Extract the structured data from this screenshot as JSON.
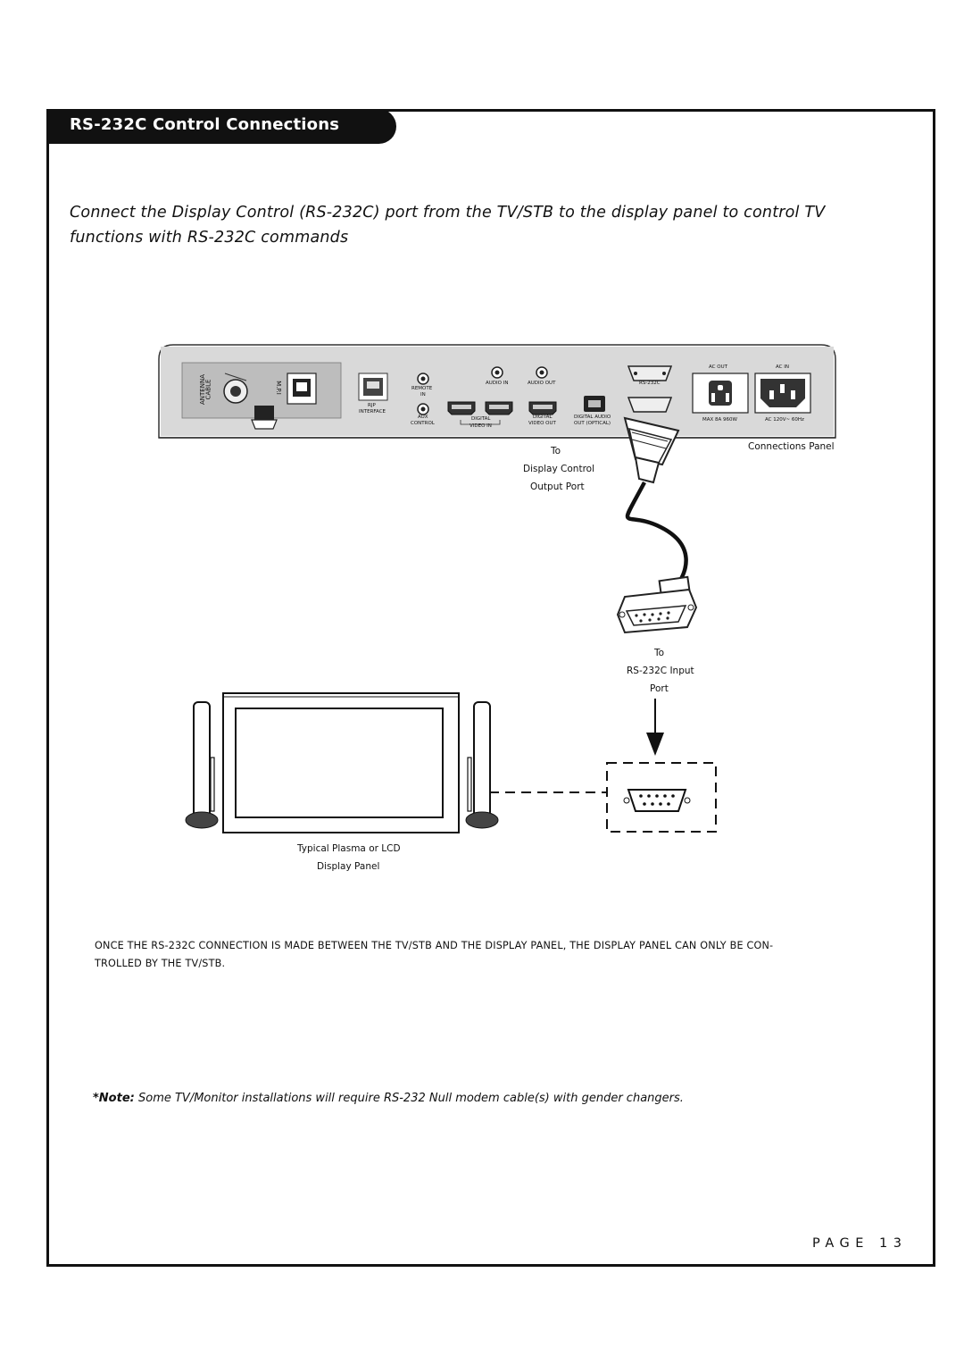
{
  "header": {
    "title": "RS-232C Control Connections"
  },
  "intro": "Connect the Display Control (RS-232C) port from the TV/STB to the display panel to control TV functions with RS-232C commands",
  "panel_labels": {
    "antenna": "ANTENNA",
    "cable": "CABLE",
    "mpi": "M.P.I",
    "rjp": "RJP",
    "interface": "INTERFACE",
    "remote": "REMOTE",
    "in": "IN",
    "aux": "AUX",
    "control": "CONTROL",
    "audio_in": "AUDIO IN",
    "audio_out": "AUDIO OUT",
    "digital": "DIGITAL",
    "video_in": "VIDEO IN",
    "digital2": "DIGITAL",
    "video_out": "VIDEO OUT",
    "digital_audio": "DIGITAL AUDIO",
    "out_optical": "OUT (OPTICAL)",
    "rs232c": "RS-232C",
    "ac_out": "AC OUT",
    "ac_in": "AC IN",
    "max": "MAX 8A 960W",
    "ac_rating": "AC 120V~ 60Hz"
  },
  "callouts": {
    "connections_panel": "Connections Panel",
    "output_to": "To",
    "output_line1": "Display Control",
    "output_line2": "Output Port",
    "input_to": "To",
    "input_line1": "RS-232C Input",
    "input_line2": "Port",
    "panel_line1": "Typical Plasma or LCD",
    "panel_line2": "Display Panel"
  },
  "caution": "ONCE THE RS-232C CONNECTION IS MADE BETWEEN THE TV/STB AND THE DISPLAY PANEL, THE DISPLAY PANEL CAN ONLY BE CON- TROLLED BY THE TV/STB.",
  "note": {
    "prefix": "*Note:",
    "text": "Some TV/Monitor installations will require RS-232 Null modem cable(s) with gender changers."
  },
  "page_number": "PAGE 13"
}
